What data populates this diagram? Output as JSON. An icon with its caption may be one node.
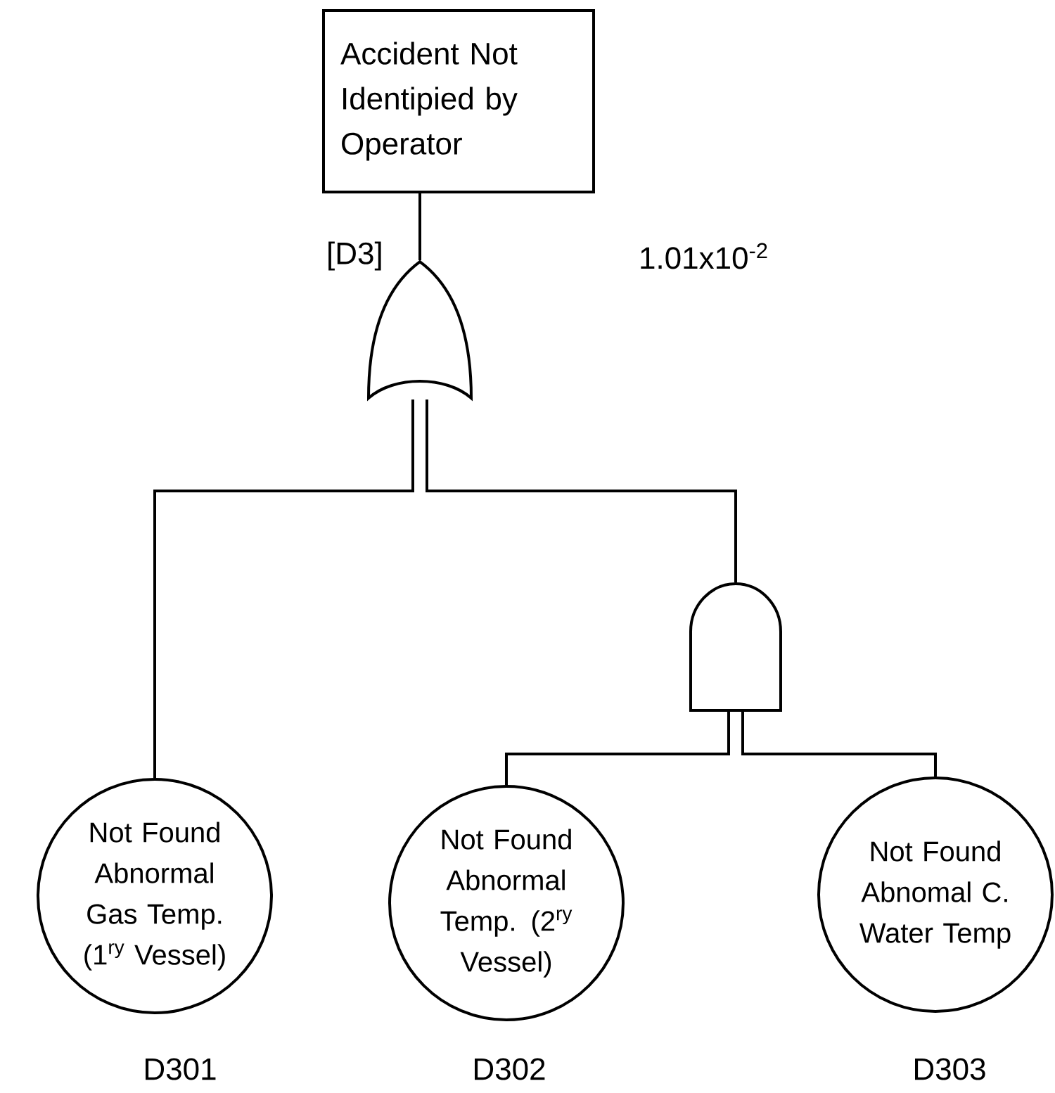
{
  "diagram": {
    "nodes": [
      {
        "text": [
          "Accident Not Identipied by Operator"
        ]
      },
      {
        "text": [],
        "shape": "or-gate"
      },
      {
        "text": [],
        "shape": "and-gate"
      },
      {
        "text": [
          "Not Found Abnormal Gas Temp. (1$^{ry}$ Vessel)"
        ],
        "beside": [
          "D301"
        ]
      },
      {
        "text": [
          "Not Found Abnormal Temp. (2$^{ry}$ Vessel)"
        ],
        "beside": [
          "D302"
        ]
      },
      {
        "text": [
          "Not Found Abnomal C. Water Temp"
        ],
        "beside": [
          "D303"
        ]
      }
    ],
    "edges": [
      {
        "from": 0,
        "to": 1,
        "arrow": "none"
      },
      {
        "from": 1,
        "to": 3,
        "arrow": "none"
      },
      {
        "from": 1,
        "to": 2,
        "arrow": "none"
      },
      {
        "from": 2,
        "to": 4,
        "arrow": "none"
      },
      {
        "from": 2,
        "to": 5,
        "arrow": "none"
      }
    ],
    "labels": [
      "[D3]",
      "1.01x10$^{-2}$"
    ]
  }
}
